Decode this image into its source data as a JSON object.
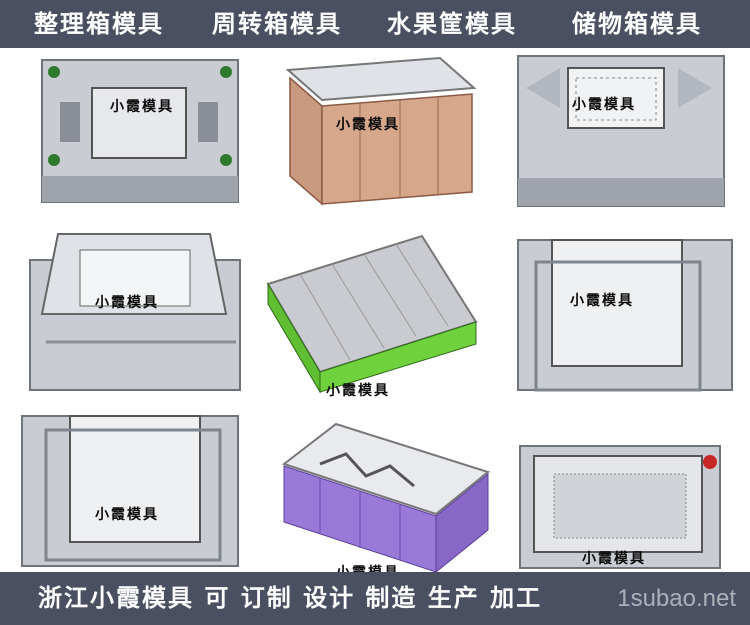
{
  "header": {
    "captions": [
      "整理箱模具",
      "周转箱模具",
      "水果筐模具",
      "储物箱模具"
    ]
  },
  "watermark": {
    "text": "小霞模具"
  },
  "footer": {
    "caption": "浙江小霞模具 可 订制 设计 制造 生产 加工"
  },
  "site_watermark": "1subao.net",
  "colors": {
    "banner": "#4a4f62",
    "steel": "#c9cdd3",
    "box_green": "#6fd23c",
    "box_purple": "#9a7ad8",
    "box_brown": "#d7a78c"
  }
}
